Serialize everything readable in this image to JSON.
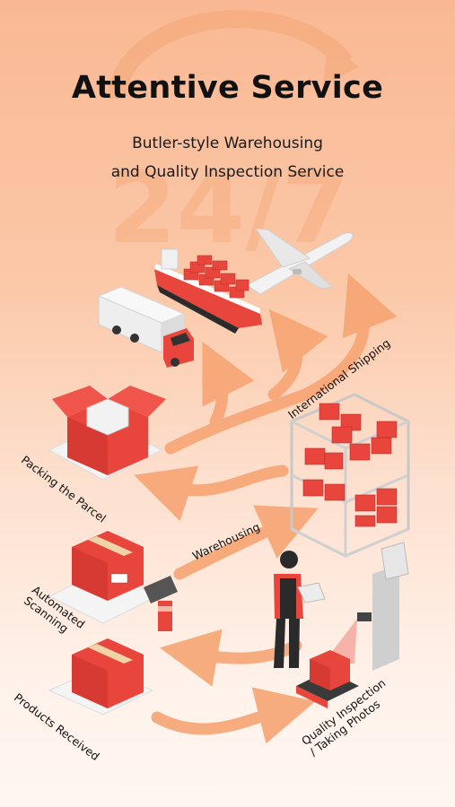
{
  "header": {
    "title": "Attentive Service",
    "subtitle_line1": "Butler-style Warehousing",
    "subtitle_line2": "and Quality Inspection Service",
    "watermark": "24/7"
  },
  "steps": {
    "international_shipping": "International Shipping",
    "packing": "Packing the Parcel",
    "warehousing": "Warehousing",
    "scanning_line1": "Automated",
    "scanning_line2": "Scanning",
    "products_received": "Products Received",
    "quality_line1": "Quality Inspection",
    "quality_line2": "/ Taking Photos"
  },
  "colors": {
    "accent_red": "#e8453c",
    "arrow_orange": "#f7a574",
    "background_top": "#f9b893",
    "background_bottom": "#fff6f1"
  }
}
